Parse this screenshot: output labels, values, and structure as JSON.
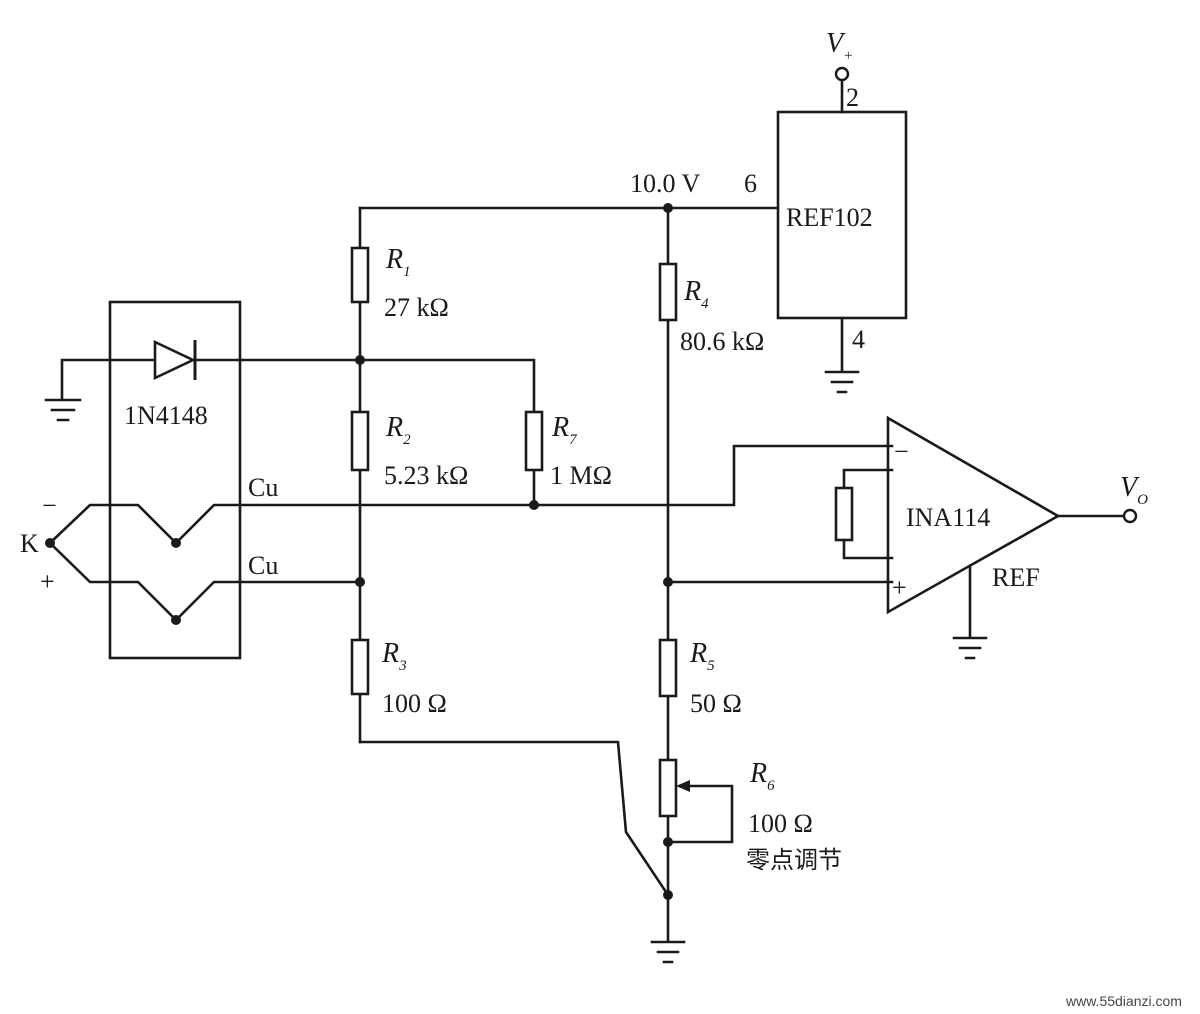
{
  "diagram": {
    "supply": {
      "v": "V",
      "sub": "+"
    },
    "ref_ic": {
      "name": "REF102",
      "pin_in": "2",
      "pin_out": "6",
      "pin_gnd": "4",
      "out_voltage": "10.0 V"
    },
    "amp": {
      "name": "INA114",
      "minus": "−",
      "plus": "+",
      "ref": "REF"
    },
    "output": {
      "v": "V",
      "sub": "O"
    },
    "diode": {
      "name": "1N4148"
    },
    "thermocouple": {
      "name": "K",
      "minus": "−",
      "plus": "+",
      "wire_top": "Cu",
      "wire_bottom": "Cu"
    },
    "resistors": {
      "r1": {
        "name": "R",
        "sub": "1",
        "value": "27 kΩ"
      },
      "r2": {
        "name": "R",
        "sub": "2",
        "value": "5.23 kΩ"
      },
      "r3": {
        "name": "R",
        "sub": "3",
        "value": "100 Ω"
      },
      "r4": {
        "name": "R",
        "sub": "4",
        "value": "80.6 kΩ"
      },
      "r5": {
        "name": "R",
        "sub": "5",
        "value": "50 Ω"
      },
      "r6": {
        "name": "R",
        "sub": "6",
        "value": "100 Ω",
        "note": "零点调节"
      },
      "r7": {
        "name": "R",
        "sub": "7",
        "value": "1 MΩ"
      }
    },
    "watermark": "www.55dianzi.com"
  }
}
